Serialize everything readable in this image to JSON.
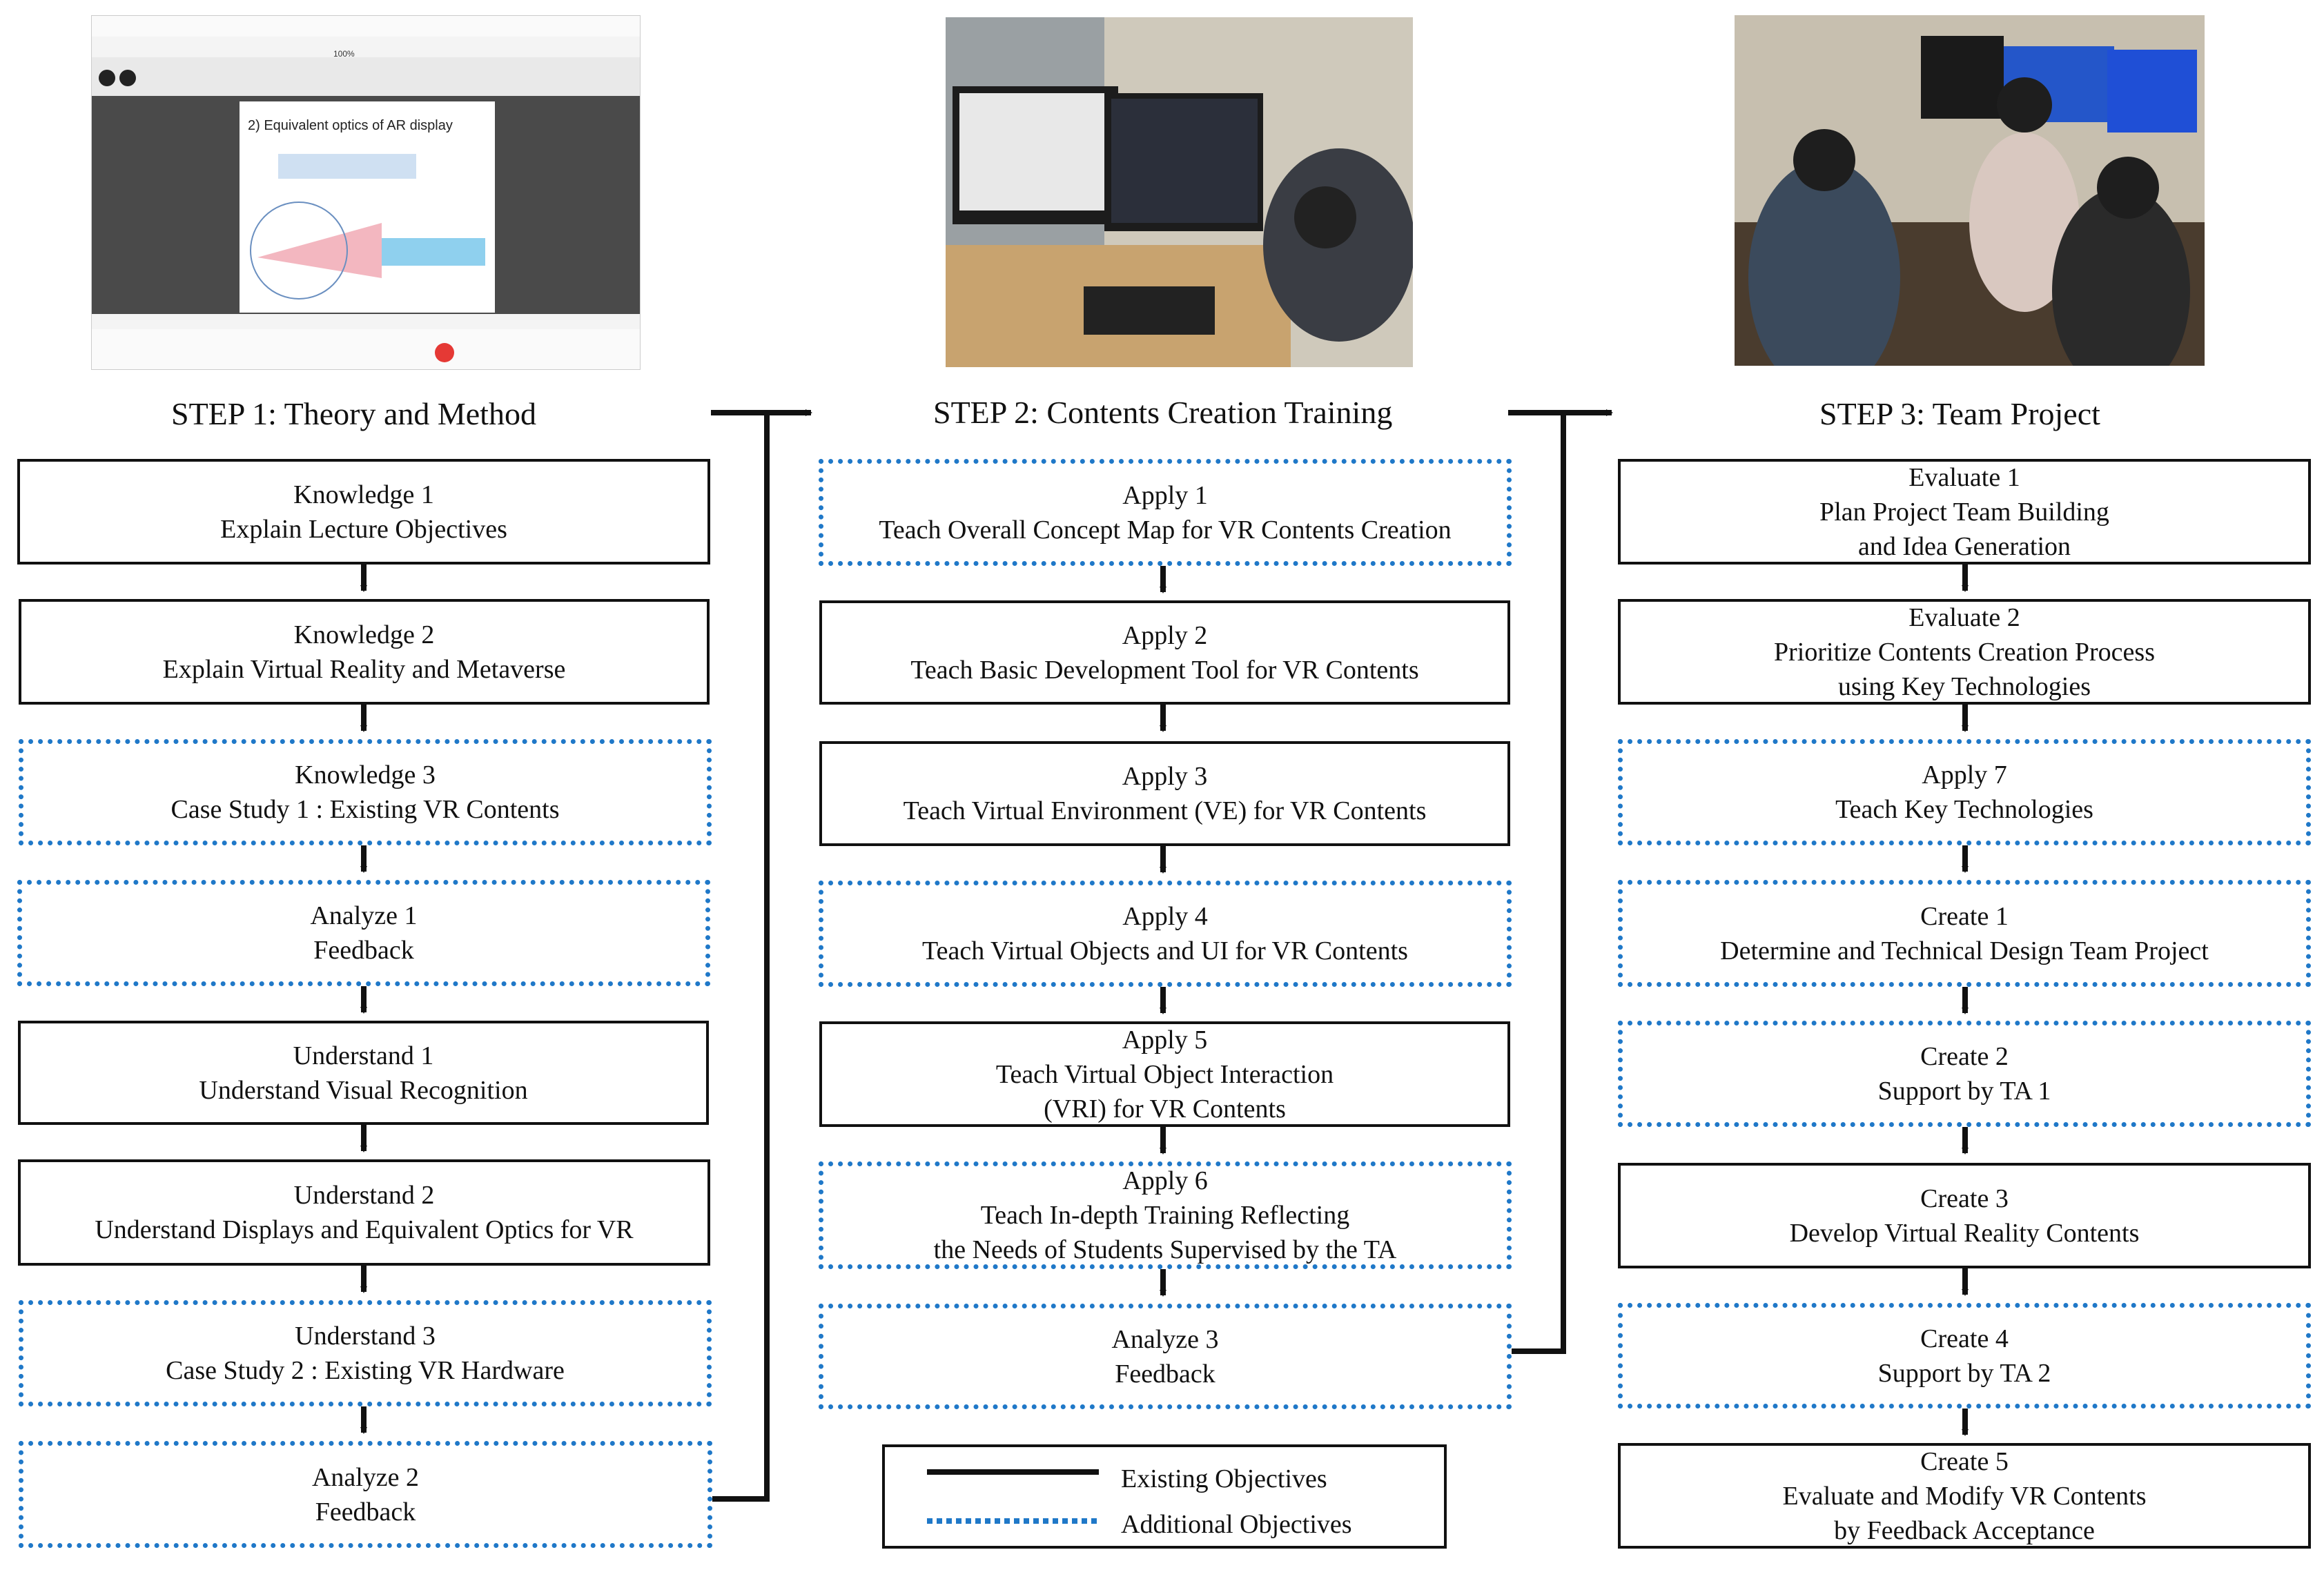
{
  "steps": [
    {
      "title": "STEP 1: Theory and Method",
      "boxes": [
        {
          "kind": "solid",
          "lines": [
            "Knowledge 1",
            "Explain Lecture Objectives"
          ]
        },
        {
          "kind": "solid",
          "lines": [
            "Knowledge 2",
            "Explain Virtual Reality and Metaverse"
          ]
        },
        {
          "kind": "dotted",
          "lines": [
            "Knowledge 3",
            "Case Study 1 : Existing VR Contents"
          ]
        },
        {
          "kind": "dotted",
          "lines": [
            "Analyze 1",
            "Feedback"
          ]
        },
        {
          "kind": "solid",
          "lines": [
            "Understand 1",
            "Understand Visual Recognition"
          ]
        },
        {
          "kind": "solid",
          "lines": [
            "Understand 2",
            "Understand Displays and Equivalent Optics for VR"
          ]
        },
        {
          "kind": "dotted",
          "lines": [
            "Understand 3",
            "Case Study 2 : Existing VR Hardware"
          ]
        },
        {
          "kind": "dotted",
          "lines": [
            "Analyze 2",
            "Feedback"
          ]
        }
      ]
    },
    {
      "title": "STEP 2: Contents Creation Training",
      "boxes": [
        {
          "kind": "dotted",
          "lines": [
            "Apply 1",
            "Teach Overall Concept Map for VR Contents Creation"
          ]
        },
        {
          "kind": "solid",
          "lines": [
            "Apply 2",
            "Teach Basic Development Tool for VR Contents"
          ]
        },
        {
          "kind": "solid",
          "lines": [
            "Apply 3",
            "Teach Virtual Environment (VE) for VR Contents"
          ]
        },
        {
          "kind": "dotted",
          "lines": [
            "Apply 4",
            "Teach Virtual Objects and UI for VR Contents"
          ]
        },
        {
          "kind": "solid",
          "lines": [
            "Apply 5",
            "Teach Virtual Object Interaction",
            "(VRI) for VR Contents"
          ]
        },
        {
          "kind": "dotted",
          "lines": [
            "Apply 6",
            "Teach In-depth Training Reflecting",
            "the Needs of Students Supervised by the TA"
          ]
        },
        {
          "kind": "dotted",
          "lines": [
            "Analyze 3",
            "Feedback"
          ]
        }
      ]
    },
    {
      "title": "STEP 3: Team Project",
      "boxes": [
        {
          "kind": "solid",
          "lines": [
            "Evaluate 1",
            "Plan Project Team Building",
            "and Idea Generation"
          ]
        },
        {
          "kind": "solid",
          "lines": [
            "Evaluate 2",
            "Prioritize Contents Creation Process",
            "using Key Technologies"
          ]
        },
        {
          "kind": "dotted",
          "lines": [
            "Apply 7",
            "Teach Key Technologies"
          ]
        },
        {
          "kind": "dotted",
          "lines": [
            "Create 1",
            "Determine and Technical Design Team Project"
          ]
        },
        {
          "kind": "dotted",
          "lines": [
            "Create 2",
            "Support by TA 1"
          ]
        },
        {
          "kind": "solid",
          "lines": [
            "Create 3",
            "Develop Virtual Reality Contents"
          ]
        },
        {
          "kind": "dotted",
          "lines": [
            "Create 4",
            "Support by TA 2"
          ]
        },
        {
          "kind": "solid",
          "lines": [
            "Create 5",
            "Evaluate and Modify VR Contents",
            "by Feedback Acceptance"
          ]
        }
      ]
    }
  ],
  "legend": {
    "existing": "Existing Objectives",
    "additional": "Additional Objectives"
  },
  "screenshot": {
    "zoom": "100%",
    "slide_title": "2) Equivalent optics of AR display"
  },
  "colors": {
    "existing": "#111111",
    "additional": "#1f78c8"
  }
}
